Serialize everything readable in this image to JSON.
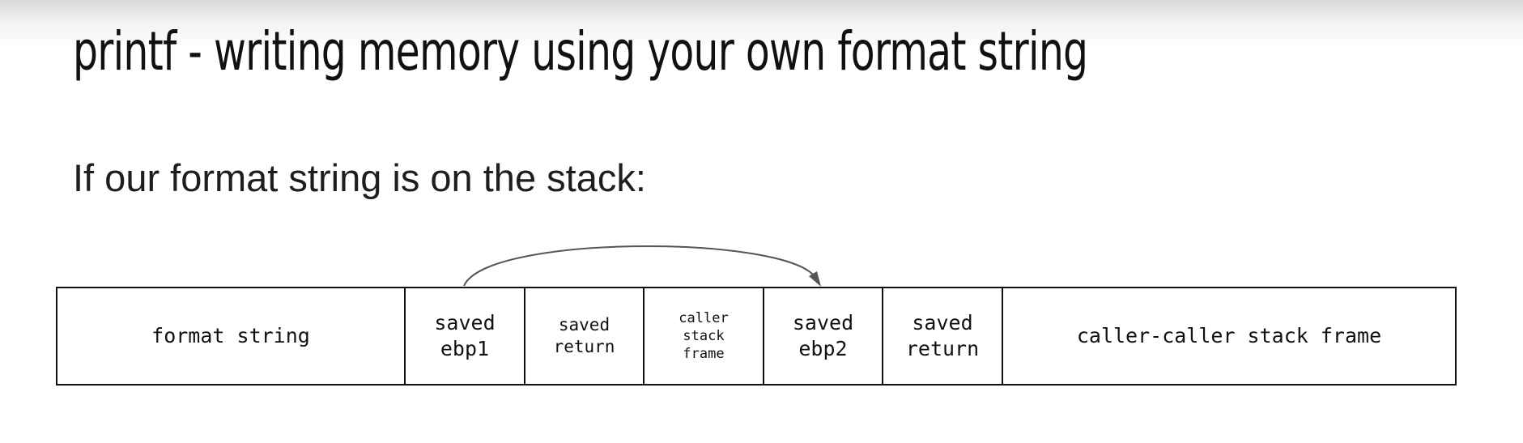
{
  "slide": {
    "title": "printf - writing memory using your own format string",
    "subtitle": "If our format string is on the stack:"
  },
  "stack": {
    "cells": [
      {
        "label": "format string"
      },
      {
        "label": "saved\nebp1"
      },
      {
        "label": "saved\nreturn"
      },
      {
        "label": "caller\nstack\nframe"
      },
      {
        "label": "saved\nebp2"
      },
      {
        "label": "saved\nreturn"
      },
      {
        "label": "caller-caller stack frame"
      }
    ]
  },
  "colors": {
    "text": "#111111",
    "arrow": "#555555"
  }
}
